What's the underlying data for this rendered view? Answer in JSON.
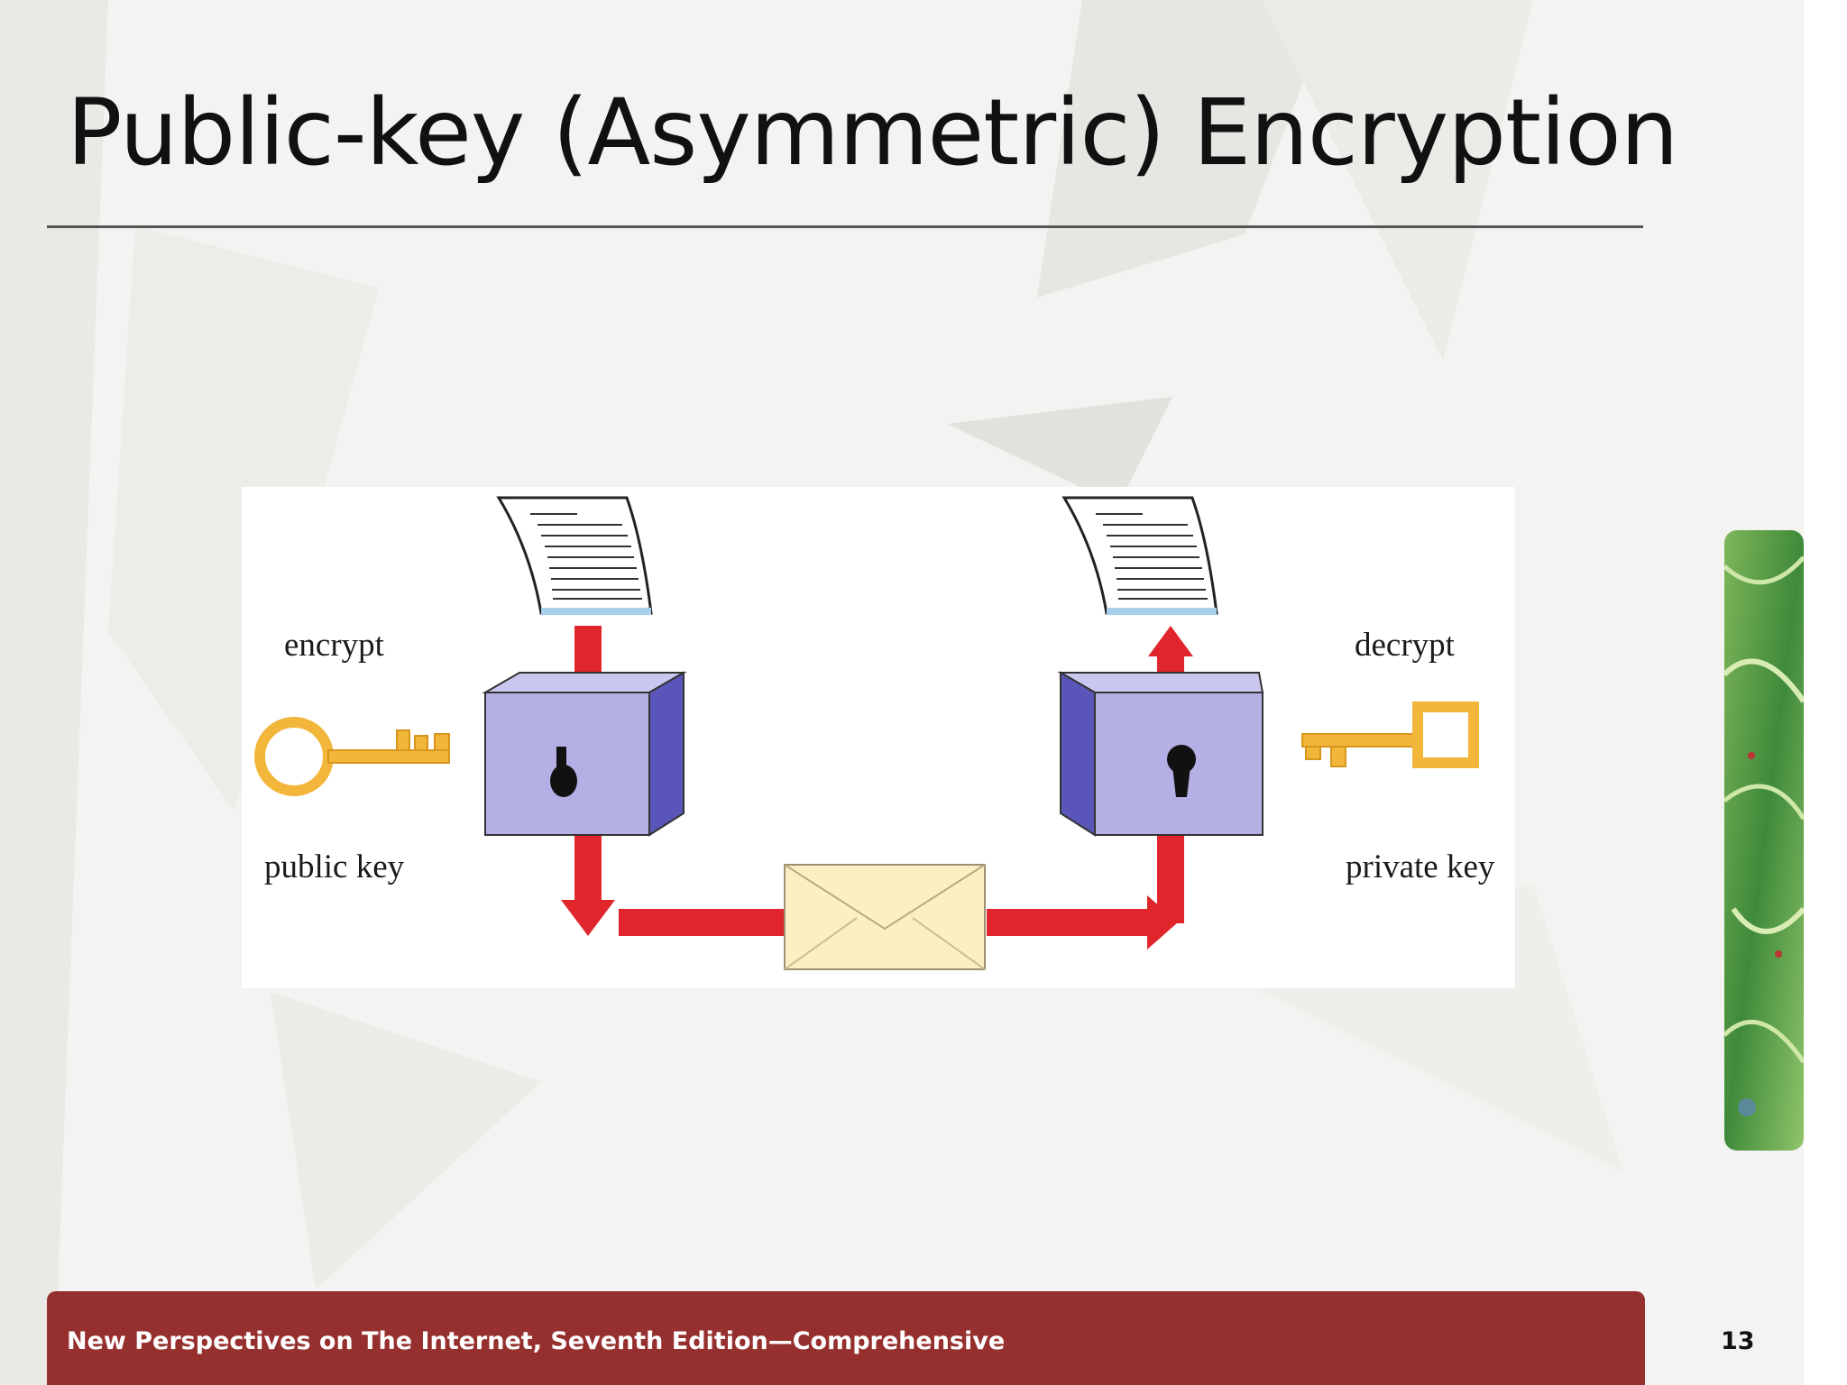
{
  "slide": {
    "title": "Public-key (Asymmetric) Encryption",
    "footer_text": "New Perspectives on The Internet, Seventh Edition—Comprehensive",
    "page_number": "13",
    "colors": {
      "footer_bar": "#96302f",
      "arrow": "#e0262c",
      "lockbox": "#b4b0e6",
      "key": "#f2b63b",
      "envelope": "#fbefc4"
    }
  },
  "diagram": {
    "label_encrypt": "encrypt",
    "label_public_key": "public key",
    "label_decrypt": "decrypt",
    "label_private_key": "private key",
    "icons": [
      "document-icon",
      "lockbox-icon",
      "key-icon",
      "envelope-icon",
      "arrow-icon"
    ]
  }
}
